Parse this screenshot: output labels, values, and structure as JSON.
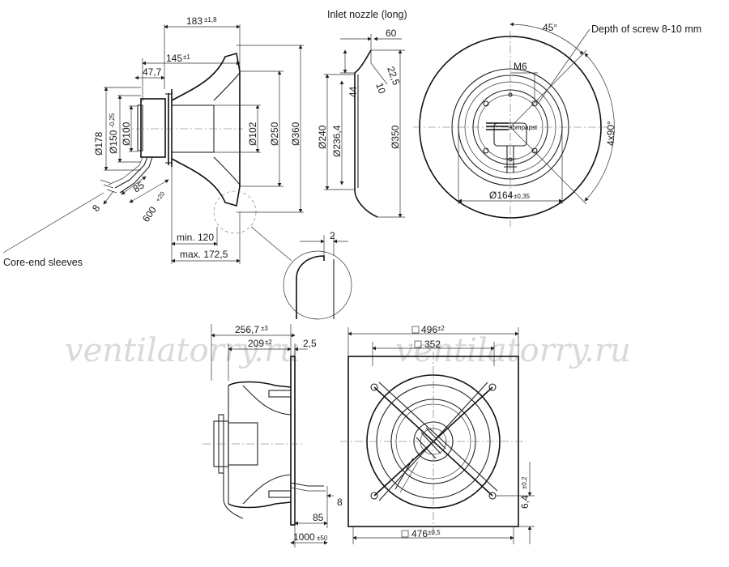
{
  "watermarks": [
    "ventilatorry.ru",
    "ventilatorry.ru"
  ],
  "labels": {
    "inlet_nozzle": "Inlet nozzle (long)",
    "depth_of_screw": "Depth of screw 8-10 mm",
    "core_end_sleeves": "Core-end sleeves"
  },
  "side_view": {
    "d183": "183",
    "d183_tol": "±1,8",
    "d145": "145",
    "d145_tol": "±1",
    "d47_7": "47,7",
    "d178": "Ø178",
    "d150": "Ø150",
    "d150_tol": "-0,25",
    "d100": "Ø100",
    "d102": "Ø102",
    "d250": "Ø250",
    "d360": "Ø360",
    "d85": "85",
    "d8": "8",
    "d600": "600",
    "d600_tol": "+20",
    "min120": "min. 120",
    "max172": "max. 172,5",
    "detail2": "2"
  },
  "nozzle_view": {
    "d60": "60",
    "d22_5": "22,5",
    "d10": "10",
    "d44": "44",
    "d240": "Ø240",
    "d236_4": "Ø236,4",
    "d350": "Ø350"
  },
  "front_view": {
    "a45": "45°",
    "m6": "M6",
    "a4x90": "4x90°",
    "d164": "Ø164",
    "d164_tol": "±0,35",
    "brand": "ebmpapst"
  },
  "frame_side": {
    "d256_7": "256,7",
    "d256_7_tol": "±3",
    "d209": "209",
    "d209_tol": "±2",
    "d2_5": "2,5",
    "d8": "8",
    "d85": "85",
    "d1000": "1000",
    "d1000_tol": "±50"
  },
  "frame_front": {
    "d496": "496",
    "d496_tol": "±2",
    "d352": "352",
    "d476": "476",
    "d476_tol": "±0,5",
    "d6_4": "6,4",
    "d6_4_tol": "±0,2"
  }
}
